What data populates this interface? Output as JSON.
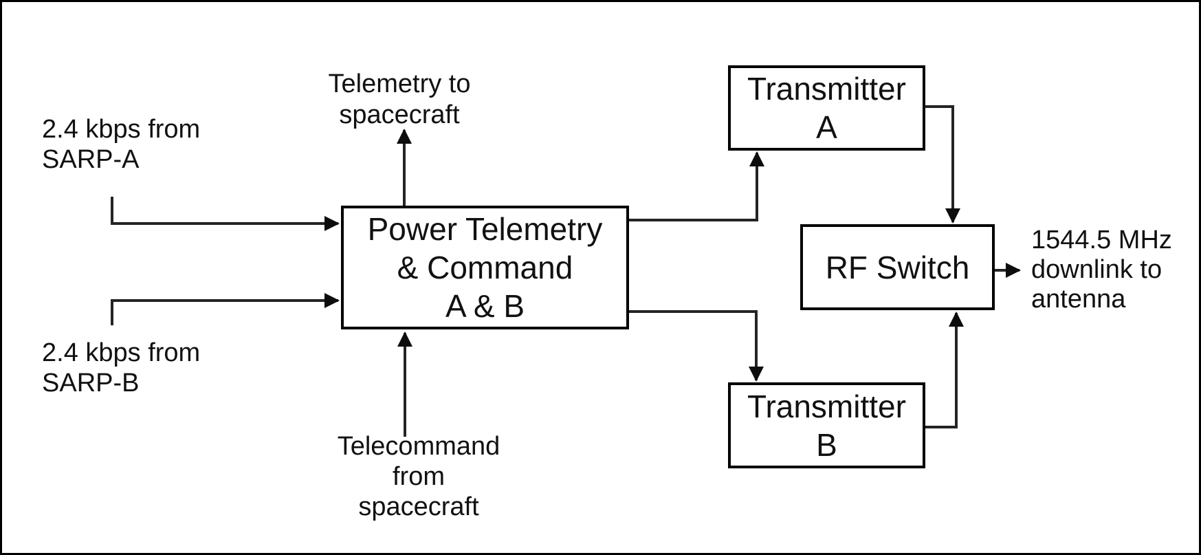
{
  "blocks": {
    "power_telemetry_command": {
      "label": "Power Telemetry\n& Command\nA & B"
    },
    "transmitter_a": {
      "label": "Transmitter\nA"
    },
    "transmitter_b": {
      "label": "Transmitter\nB"
    },
    "rf_switch": {
      "label": "RF Switch"
    }
  },
  "annotations": {
    "sarp_a_input": "2.4 kbps from\nSARP-A",
    "sarp_b_input": "2.4 kbps from\nSARP-B",
    "telemetry_output": "Telemetry to\nspacecraft",
    "telecommand_input": "Telecommand\nfrom\nspacecraft",
    "downlink_output": "1544.5 MHz\ndownlink to\nantenna"
  },
  "colors": {
    "background": "#ffffff",
    "frame_border": "#000000",
    "block_border": "#000000",
    "wire": "#242424",
    "text": "#111111"
  }
}
